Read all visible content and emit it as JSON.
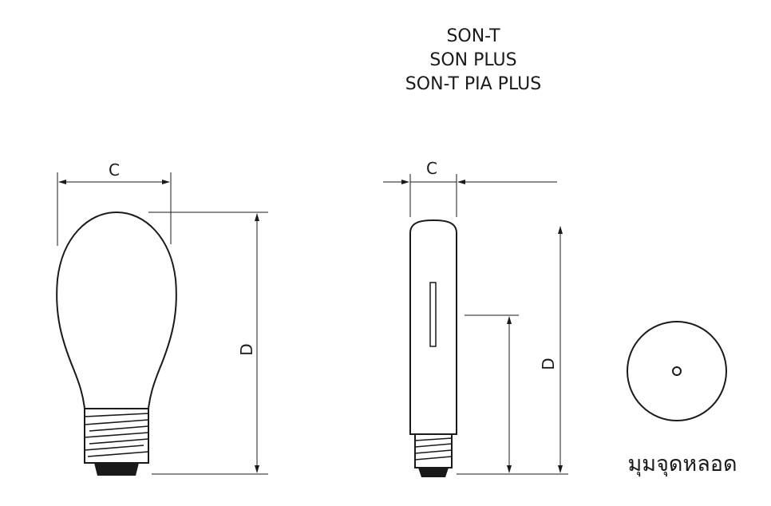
{
  "title": {
    "lines": [
      "SON-T",
      "SON PLUS",
      "SON-T PIA PLUS"
    ]
  },
  "ellipsoid_lamp": {
    "width_label": "C",
    "height_label": "D"
  },
  "tubular_lamp": {
    "width_label": "C",
    "height_label": "D"
  },
  "lamp_tip": {
    "caption": "มุมจุดหลอด"
  },
  "colors": {
    "line": "#1a1a1a",
    "background": "#ffffff"
  }
}
